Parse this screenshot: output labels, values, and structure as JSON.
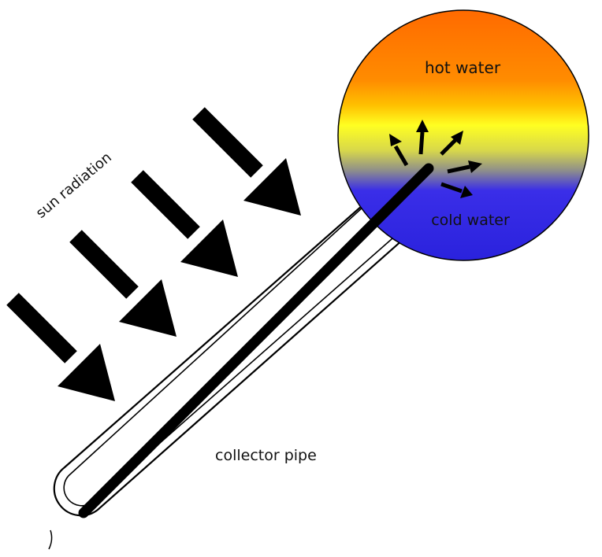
{
  "labels": {
    "hot_water": "hot water",
    "cold_water": "cold water",
    "sun_radiation": "sun radiation",
    "collector_pipe": "collector pipe"
  },
  "colors": {
    "hot": "#ff6a00",
    "warm": "#ffa500",
    "yellow": "#ffff22",
    "transition": "#9a9a88",
    "cold": "#3322ee",
    "cold_dark": "#2a22dd",
    "outline": "#000000",
    "background": "#ffffff"
  },
  "icons": [
    "sun-ray-arrow",
    "heat-arrow"
  ]
}
